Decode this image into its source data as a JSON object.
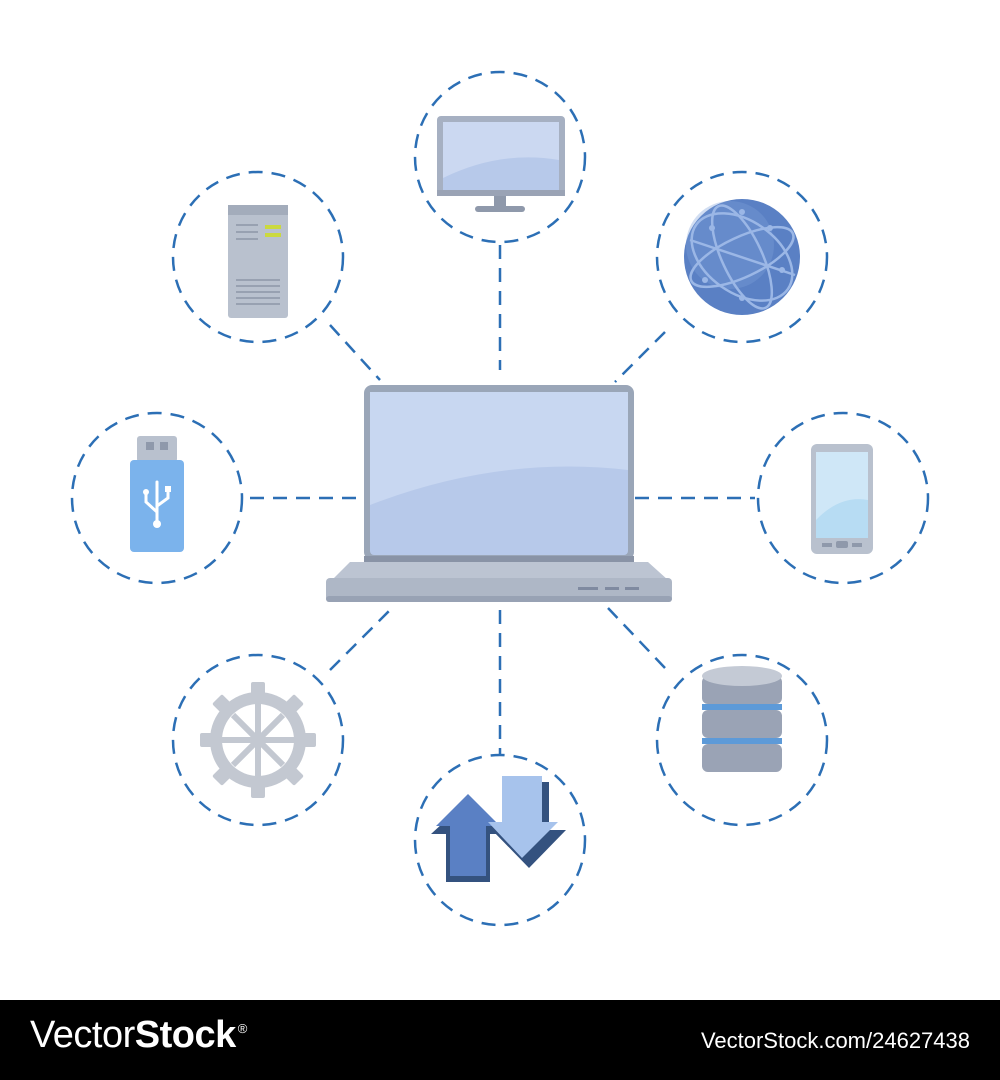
{
  "colors": {
    "dash": "#2c6fb5",
    "device_dark": "#9aa6b8",
    "device_light": "#c9d3e3",
    "screen": "#b7c9ea",
    "screen_highlight": "#d3def3",
    "blue_icon": "#5a80c4",
    "usb": "#7bb3ec",
    "background": "#ffffff",
    "footer": "#000000"
  },
  "icons": [
    "laptop-icon",
    "monitor-icon",
    "server-tower-icon",
    "globe-icon",
    "usb-drive-icon",
    "smartphone-icon",
    "gear-icon",
    "database-icon",
    "transfer-arrows-icon"
  ],
  "footer": {
    "brand_light": "Vector",
    "brand_bold": "Stock",
    "trademark": "®",
    "image_ref": "VectorStock.com/24627438"
  }
}
